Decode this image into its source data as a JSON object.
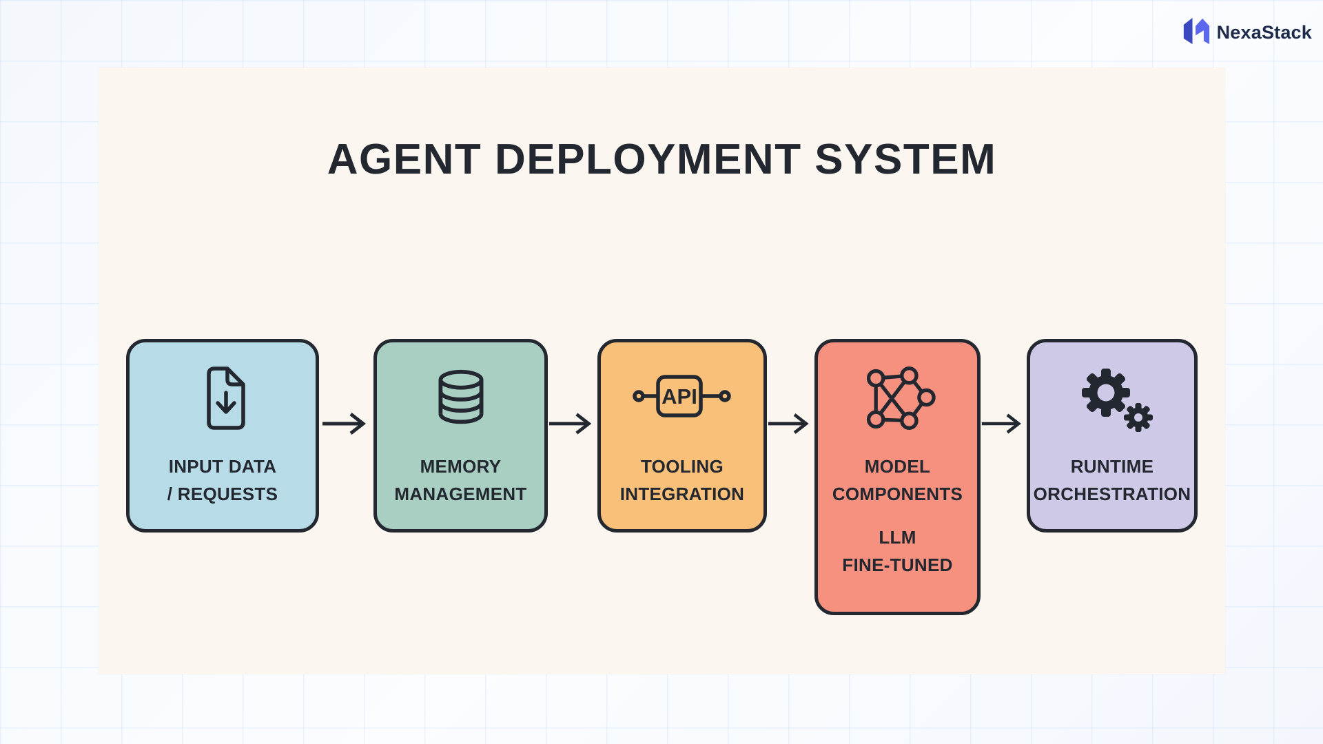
{
  "brand": {
    "name": "NexaStack",
    "icon": "nexastack-logo-icon",
    "colors": {
      "logo_dark": "#3a49bd",
      "logo_light": "#5b68ee",
      "text": "#1e2a4c"
    }
  },
  "diagram": {
    "title": "AGENT DEPLOYMENT SYSTEM",
    "ink_color": "#23272f",
    "panel_color": "#fbf7f0",
    "nodes": [
      {
        "id": "input-data-requests",
        "icon": "file-download-icon",
        "fill": "#b7dce7",
        "label_lines": [
          "INPUT DATA",
          "/ REQUESTS"
        ]
      },
      {
        "id": "memory-management",
        "icon": "database-icon",
        "fill": "#a9cfc2",
        "label_lines": [
          "MEMORY",
          "MANAGEMENT"
        ]
      },
      {
        "id": "tooling-integration",
        "icon": "api-chip-icon",
        "fill": "#f8c078",
        "icon_text": "API",
        "label_lines": [
          "TOOLING",
          "INTEGRATION"
        ]
      },
      {
        "id": "model-components",
        "icon": "network-graph-icon",
        "fill": "#f6907f",
        "label_lines": [
          "MODEL",
          "COMPONENTS"
        ],
        "sub_label_lines": [
          "LLM",
          "FINE-TUNED"
        ]
      },
      {
        "id": "runtime-orchestration",
        "icon": "gears-icon",
        "fill": "#cfc9e8",
        "label_lines": [
          "RUNTIME",
          "ORCHESTRATION"
        ]
      }
    ],
    "connections": [
      {
        "from": "input-data-requests",
        "to": "memory-management"
      },
      {
        "from": "memory-management",
        "to": "tooling-integration"
      },
      {
        "from": "tooling-integration",
        "to": "model-components"
      },
      {
        "from": "model-components",
        "to": "runtime-orchestration"
      }
    ]
  }
}
